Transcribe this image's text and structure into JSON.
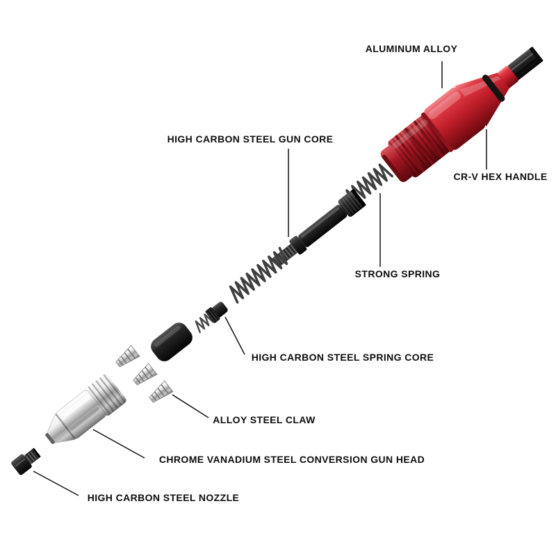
{
  "image": {
    "kind": "exploded-parts-diagram",
    "background_color": "#ffffff",
    "accent_red": "#c8202a",
    "metal_black": "#1a1a1a",
    "chrome": "#cfcfcf"
  },
  "labels": [
    {
      "id": "aluminum-alloy",
      "text": "ALUMINUM ALLOY"
    },
    {
      "id": "crv-hex-handle",
      "text": "CR-V HEX HANDLE"
    },
    {
      "id": "gun-core",
      "text": "HIGH CARBON STEEL GUN CORE"
    },
    {
      "id": "strong-spring",
      "text": "STRONG SPRING"
    },
    {
      "id": "spring-core",
      "text": "HIGH CARBON STEEL SPRING CORE"
    },
    {
      "id": "alloy-steel-claw",
      "text": "ALLOY STEEL CLAW"
    },
    {
      "id": "gun-head",
      "text": "CHROME VANADIUM STEEL CONVERSION GUN HEAD"
    },
    {
      "id": "nozzle",
      "text": "HIGH CARBON STEEL NOZZLE"
    }
  ]
}
